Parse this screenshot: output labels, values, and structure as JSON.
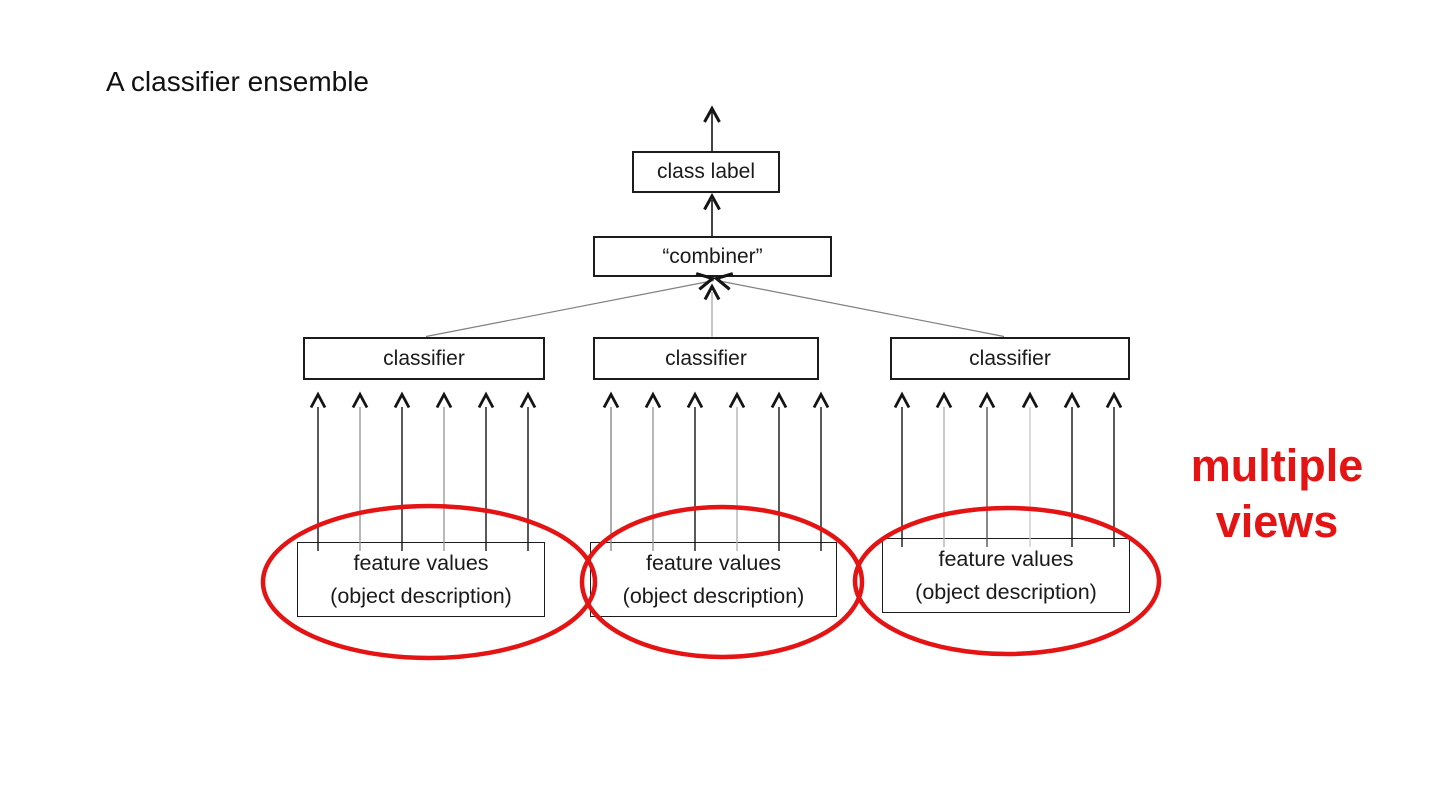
{
  "title": "A classifier ensemble",
  "diagram": {
    "class_label": "class label",
    "combiner": "“combiner”",
    "classifier_left": "classifier",
    "classifier_middle": "classifier",
    "classifier_right": "classifier",
    "feature_values_line1": "feature values",
    "feature_values_line2": "(object description)"
  },
  "annotation": {
    "line1": "multiple",
    "line2": "views",
    "color": "#e51414"
  },
  "colors": {
    "red": "#e51414",
    "line_black": "#141414",
    "line_gray": "#9a9a9a",
    "connector_gray": "#808080"
  }
}
